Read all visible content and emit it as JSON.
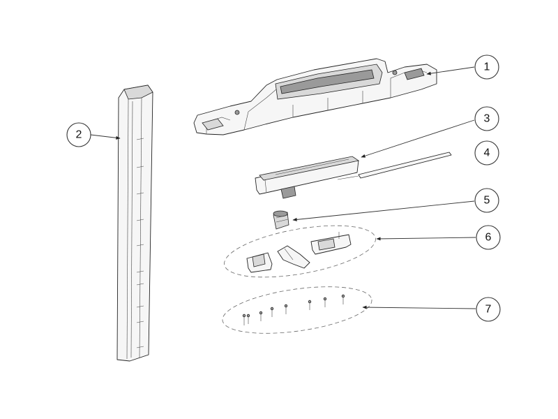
{
  "diagram": {
    "callouts": [
      {
        "id": "1",
        "label": "1"
      },
      {
        "id": "2",
        "label": "2"
      },
      {
        "id": "3",
        "label": "3"
      },
      {
        "id": "4",
        "label": "4"
      },
      {
        "id": "5",
        "label": "5"
      },
      {
        "id": "6",
        "label": "6"
      },
      {
        "id": "7",
        "label": "7"
      }
    ],
    "colors": {
      "line": "#222222",
      "fill": "#f6f6f6",
      "shade": "#9a9a9a"
    }
  }
}
